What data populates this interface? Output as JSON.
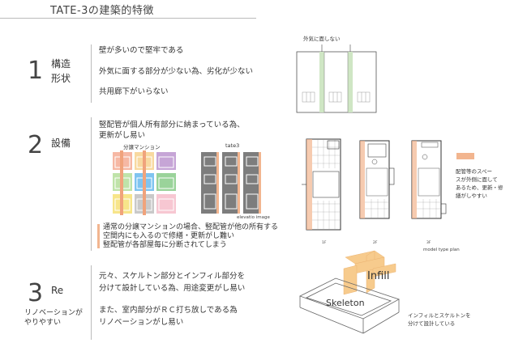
{
  "title": "TATE-3の建築的特徴",
  "sections": [
    {
      "number": "1",
      "label_line1": "構造",
      "label_line2": "形状",
      "texts": [
        "壁が多いので堅牢である",
        "外気に面する部分が少ない為、劣化が少ない",
        "共用廊下がいらない"
      ]
    },
    {
      "number": "2",
      "label_line1": "設備",
      "texts": [
        "竪配管が個人所有部分に納まっている為、",
        "更新がし易い"
      ],
      "note_lines": [
        "通常の分譲マンションの場合、竪配管が他の所有する",
        "空間内にも入るので修繕・更新がし難い",
        "竪配管が各部屋毎に分断されてしまう"
      ]
    },
    {
      "number": "3",
      "label_line1": "Re",
      "label_line2": "リノベーションが",
      "label_line3": "やりやすい",
      "texts": [
        "元々、スケルトン部分とインフィル部分を",
        "分けて設計している為、用途変更がし易い",
        "また、室内部分がＲＣ打ち放しである為",
        "リノベーションがし易い"
      ]
    }
  ],
  "diagram1": {
    "caption": "外気に面しない"
  },
  "diagram2": {
    "label_bunjo": "分譲マンション",
    "label_tate3": "tate3",
    "label_elevation": "elevatio image",
    "plan_floors": [
      "1F",
      "2F",
      "3F"
    ],
    "plan_caption": "model type plan",
    "legend_lines": [
      "配管等のスペー",
      "スが外側に面して",
      "あるため、更新・修",
      "繕がしやすい"
    ]
  },
  "diagram3": {
    "infill_label": "Infill",
    "skeleton_label": "Skeleton",
    "caption_lines": [
      "インフィルとスケルトンを",
      "分けて設計している"
    ]
  },
  "colors": {
    "pipe_orange": "#f2b58f",
    "green": "#cfe6c4",
    "gray_dark": "#7d7d7d",
    "infill": "#f6c27a"
  }
}
